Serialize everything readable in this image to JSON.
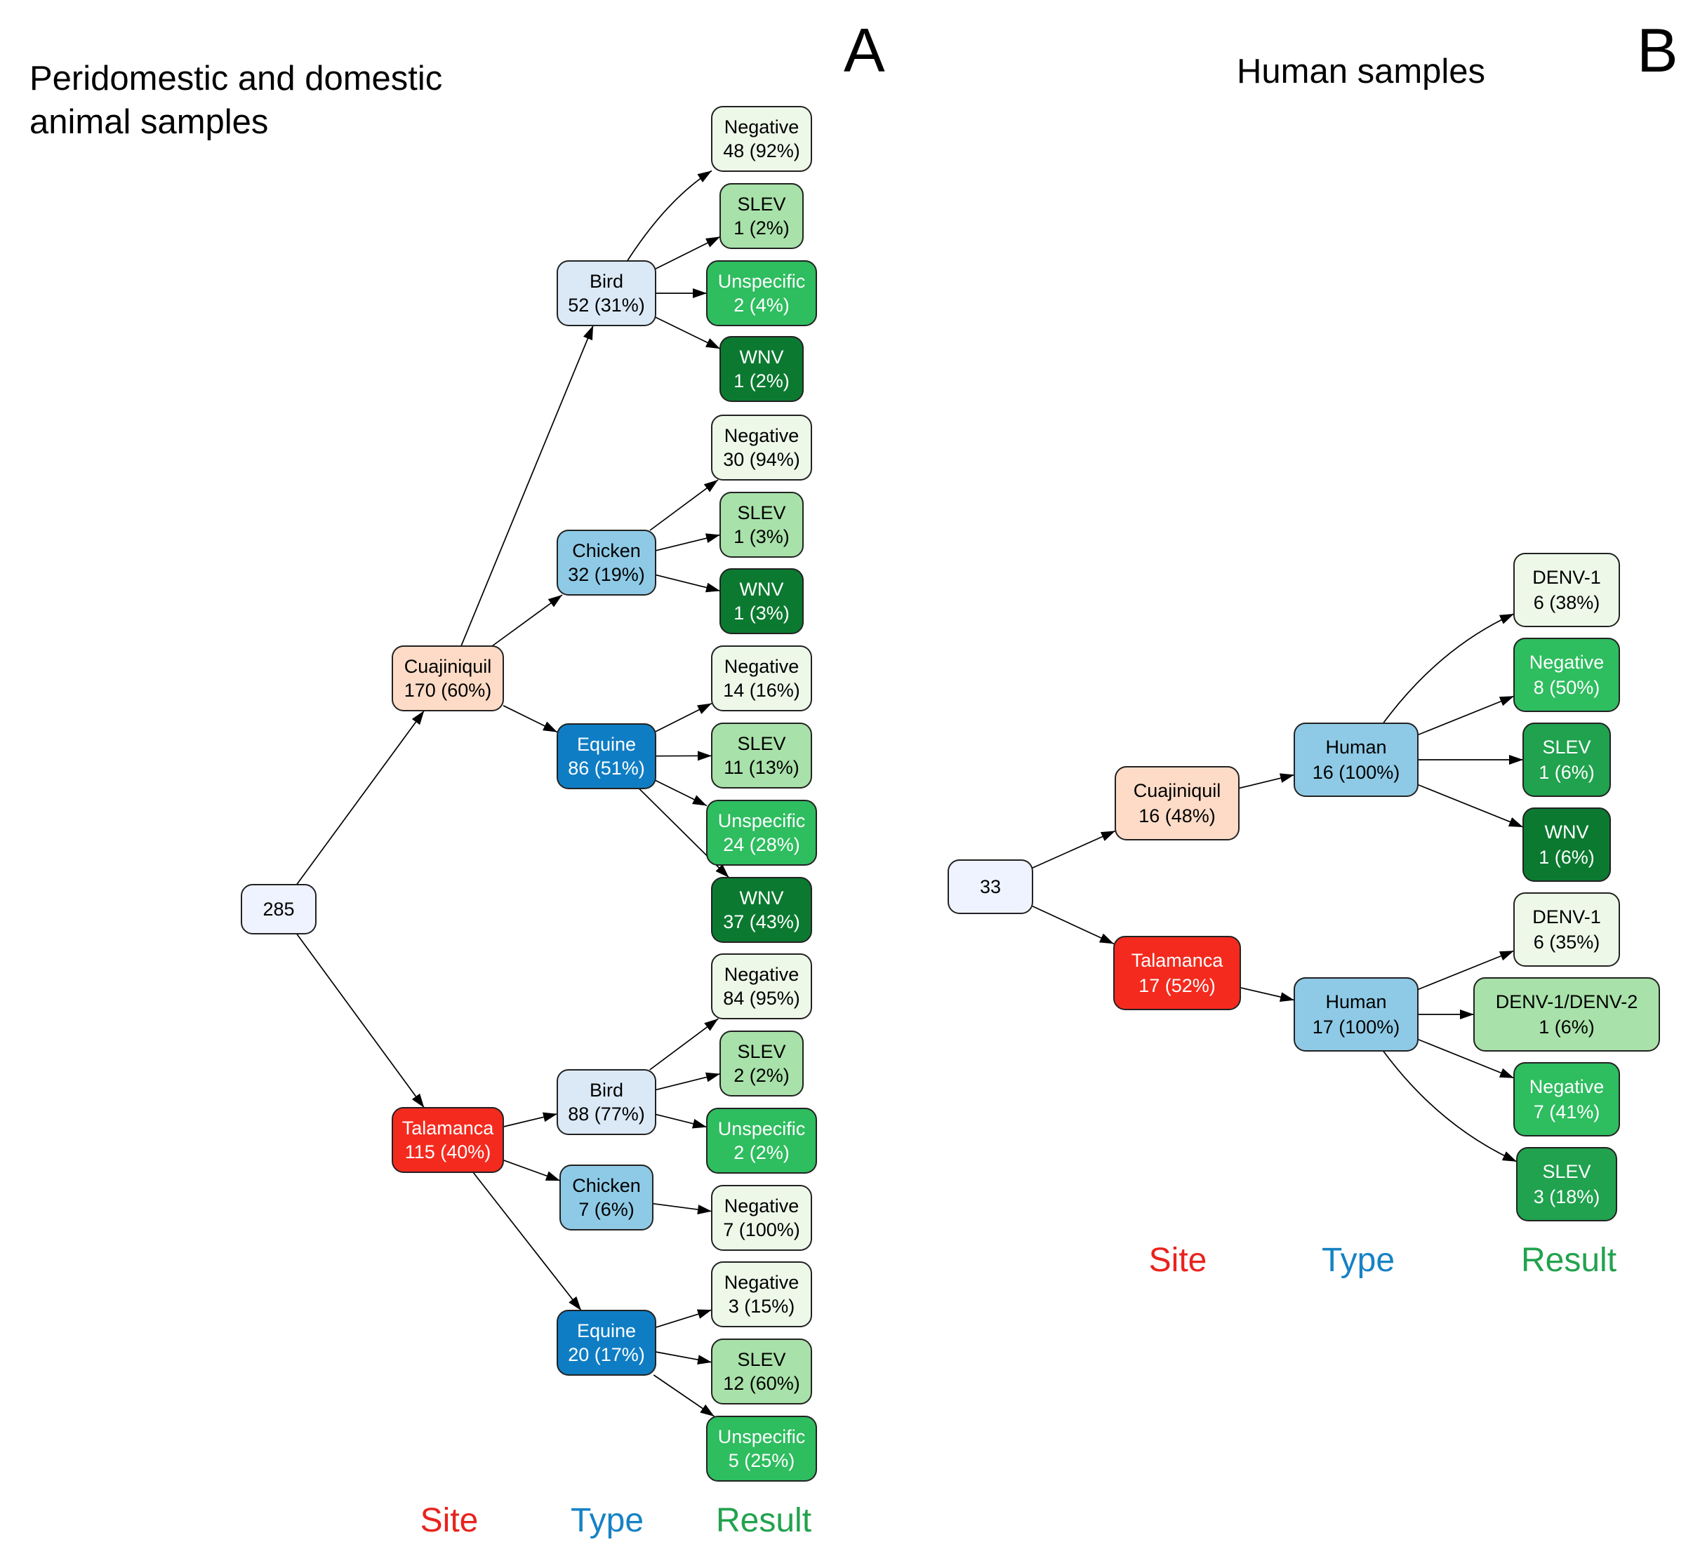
{
  "colors": {
    "root": "#eff3ff",
    "site_cuajiniquil": "#fddbc7",
    "site_talamanca": "#f42a1e",
    "type_light": "#dbe9f6",
    "type_mid": "#8ecae6",
    "type_dark": "#0f7dc4",
    "result_pale": "#edf8e9",
    "result_light": "#a8e1a9",
    "result_mid": "#2ebd5f",
    "result_strong": "#20a24e",
    "result_dark": "#0b7a30",
    "legend_site": "#e8231e",
    "legend_type": "#1682c4",
    "legend_result": "#22a24e"
  },
  "panels": [
    {
      "id": "A",
      "letter": "A",
      "title_lines": [
        "Peridomestic and domestic",
        "animal  samples"
      ],
      "legend": [
        "Site",
        "Type",
        "Result"
      ],
      "nodes": [
        {
          "id": "a-root",
          "lines": [
            "285"
          ],
          "fill": "root",
          "text_color": "#000000"
        },
        {
          "id": "a-cuaj",
          "lines": [
            "Cuajiniquil",
            "170 (60%)"
          ],
          "fill": "site_cuajiniquil",
          "text_color": "#000000"
        },
        {
          "id": "a-tala",
          "lines": [
            "Talamanca",
            "115 (40%)"
          ],
          "fill": "site_talamanca",
          "text_color": "#ffffff"
        },
        {
          "id": "a-c-bird",
          "lines": [
            "Bird",
            "52 (31%)"
          ],
          "fill": "type_light",
          "text_color": "#000000"
        },
        {
          "id": "a-c-chicken",
          "lines": [
            "Chicken",
            "32 (19%)"
          ],
          "fill": "type_mid",
          "text_color": "#000000"
        },
        {
          "id": "a-c-equine",
          "lines": [
            "Equine",
            "86 (51%)"
          ],
          "fill": "type_dark",
          "text_color": "#ffffff"
        },
        {
          "id": "a-t-bird",
          "lines": [
            "Bird",
            "88 (77%)"
          ],
          "fill": "type_light",
          "text_color": "#000000"
        },
        {
          "id": "a-t-chicken",
          "lines": [
            "Chicken",
            "7 (6%)"
          ],
          "fill": "type_mid",
          "text_color": "#000000"
        },
        {
          "id": "a-t-equine",
          "lines": [
            "Equine",
            "20 (17%)"
          ],
          "fill": "type_dark",
          "text_color": "#ffffff"
        },
        {
          "id": "a-cb-neg",
          "lines": [
            "Negative",
            "48 (92%)"
          ],
          "fill": "result_pale",
          "text_color": "#000000"
        },
        {
          "id": "a-cb-slev",
          "lines": [
            "SLEV",
            "1 (2%)"
          ],
          "fill": "result_light",
          "text_color": "#000000"
        },
        {
          "id": "a-cb-unsp",
          "lines": [
            "Unspecific",
            "2 (4%)"
          ],
          "fill": "result_mid",
          "text_color": "#ffffff"
        },
        {
          "id": "a-cb-wnv",
          "lines": [
            "WNV",
            "1 (2%)"
          ],
          "fill": "result_dark",
          "text_color": "#ffffff"
        },
        {
          "id": "a-cc-neg",
          "lines": [
            "Negative",
            "30 (94%)"
          ],
          "fill": "result_pale",
          "text_color": "#000000"
        },
        {
          "id": "a-cc-slev",
          "lines": [
            "SLEV",
            "1 (3%)"
          ],
          "fill": "result_light",
          "text_color": "#000000"
        },
        {
          "id": "a-cc-wnv",
          "lines": [
            "WNV",
            "1 (3%)"
          ],
          "fill": "result_dark",
          "text_color": "#ffffff"
        },
        {
          "id": "a-ce-neg",
          "lines": [
            "Negative",
            "14 (16%)"
          ],
          "fill": "result_pale",
          "text_color": "#000000"
        },
        {
          "id": "a-ce-slev",
          "lines": [
            "SLEV",
            "11 (13%)"
          ],
          "fill": "result_light",
          "text_color": "#000000"
        },
        {
          "id": "a-ce-unsp",
          "lines": [
            "Unspecific",
            "24 (28%)"
          ],
          "fill": "result_mid",
          "text_color": "#ffffff"
        },
        {
          "id": "a-ce-wnv",
          "lines": [
            "WNV",
            "37 (43%)"
          ],
          "fill": "result_dark",
          "text_color": "#ffffff"
        },
        {
          "id": "a-tb-neg",
          "lines": [
            "Negative",
            "84 (95%)"
          ],
          "fill": "result_pale",
          "text_color": "#000000"
        },
        {
          "id": "a-tb-slev",
          "lines": [
            "SLEV",
            "2 (2%)"
          ],
          "fill": "result_light",
          "text_color": "#000000"
        },
        {
          "id": "a-tb-unsp",
          "lines": [
            "Unspecific",
            "2 (2%)"
          ],
          "fill": "result_mid",
          "text_color": "#ffffff"
        },
        {
          "id": "a-tc-neg",
          "lines": [
            "Negative",
            "7 (100%)"
          ],
          "fill": "result_pale",
          "text_color": "#000000"
        },
        {
          "id": "a-te-neg",
          "lines": [
            "Negative",
            "3 (15%)"
          ],
          "fill": "result_pale",
          "text_color": "#000000"
        },
        {
          "id": "a-te-slev",
          "lines": [
            "SLEV",
            "12 (60%)"
          ],
          "fill": "result_light",
          "text_color": "#000000"
        },
        {
          "id": "a-te-unsp",
          "lines": [
            "Unspecific",
            "5 (25%)"
          ],
          "fill": "result_mid",
          "text_color": "#ffffff"
        }
      ],
      "edges": [
        [
          "a-root",
          "a-cuaj"
        ],
        [
          "a-root",
          "a-tala"
        ],
        [
          "a-cuaj",
          "a-c-bird"
        ],
        [
          "a-cuaj",
          "a-c-chicken"
        ],
        [
          "a-cuaj",
          "a-c-equine"
        ],
        [
          "a-tala",
          "a-t-bird"
        ],
        [
          "a-tala",
          "a-t-chicken"
        ],
        [
          "a-tala",
          "a-t-equine"
        ],
        [
          "a-c-bird",
          "a-cb-neg"
        ],
        [
          "a-c-bird",
          "a-cb-slev"
        ],
        [
          "a-c-bird",
          "a-cb-unsp"
        ],
        [
          "a-c-bird",
          "a-cb-wnv"
        ],
        [
          "a-c-chicken",
          "a-cc-neg"
        ],
        [
          "a-c-chicken",
          "a-cc-slev"
        ],
        [
          "a-c-chicken",
          "a-cc-wnv"
        ],
        [
          "a-c-equine",
          "a-ce-neg"
        ],
        [
          "a-c-equine",
          "a-ce-slev"
        ],
        [
          "a-c-equine",
          "a-ce-unsp"
        ],
        [
          "a-c-equine",
          "a-ce-wnv"
        ],
        [
          "a-t-bird",
          "a-tb-neg"
        ],
        [
          "a-t-bird",
          "a-tb-slev"
        ],
        [
          "a-t-bird",
          "a-tb-unsp"
        ],
        [
          "a-t-chicken",
          "a-tc-neg"
        ],
        [
          "a-t-equine",
          "a-te-neg"
        ],
        [
          "a-t-equine",
          "a-te-slev"
        ],
        [
          "a-t-equine",
          "a-te-unsp"
        ]
      ]
    },
    {
      "id": "B",
      "letter": "B",
      "title_lines": [
        "Human samples"
      ],
      "legend": [
        "Site",
        "Type",
        "Result"
      ],
      "nodes": [
        {
          "id": "b-root",
          "lines": [
            "33"
          ],
          "fill": "root",
          "text_color": "#000000"
        },
        {
          "id": "b-cuaj",
          "lines": [
            "Cuajiniquil",
            "16 (48%)"
          ],
          "fill": "site_cuajiniquil",
          "text_color": "#000000"
        },
        {
          "id": "b-tala",
          "lines": [
            "Talamanca",
            "17 (52%)"
          ],
          "fill": "site_talamanca",
          "text_color": "#ffffff"
        },
        {
          "id": "b-c-human",
          "lines": [
            "Human",
            "16 (100%)"
          ],
          "fill": "type_mid",
          "text_color": "#000000"
        },
        {
          "id": "b-t-human",
          "lines": [
            "Human",
            "17 (100%)"
          ],
          "fill": "type_mid",
          "text_color": "#000000"
        },
        {
          "id": "b-c-denv1",
          "lines": [
            "DENV-1",
            "6 (38%)"
          ],
          "fill": "result_pale",
          "text_color": "#000000"
        },
        {
          "id": "b-c-neg",
          "lines": [
            "Negative",
            "8 (50%)"
          ],
          "fill": "result_mid",
          "text_color": "#ffffff"
        },
        {
          "id": "b-c-slev",
          "lines": [
            "SLEV",
            "1 (6%)"
          ],
          "fill": "result_strong",
          "text_color": "#ffffff"
        },
        {
          "id": "b-c-wnv",
          "lines": [
            "WNV",
            "1 (6%)"
          ],
          "fill": "result_dark",
          "text_color": "#ffffff"
        },
        {
          "id": "b-t-denv1",
          "lines": [
            "DENV-1",
            "6 (35%)"
          ],
          "fill": "result_pale",
          "text_color": "#000000"
        },
        {
          "id": "b-t-denv12",
          "lines": [
            "DENV-1/DENV-2",
            "1 (6%)"
          ],
          "fill": "result_light",
          "text_color": "#000000"
        },
        {
          "id": "b-t-neg",
          "lines": [
            "Negative",
            "7 (41%)"
          ],
          "fill": "result_mid",
          "text_color": "#ffffff"
        },
        {
          "id": "b-t-slev",
          "lines": [
            "SLEV",
            "3 (18%)"
          ],
          "fill": "result_strong",
          "text_color": "#ffffff"
        }
      ],
      "edges": [
        [
          "b-root",
          "b-cuaj"
        ],
        [
          "b-root",
          "b-tala"
        ],
        [
          "b-cuaj",
          "b-c-human"
        ],
        [
          "b-tala",
          "b-t-human"
        ],
        [
          "b-c-human",
          "b-c-denv1"
        ],
        [
          "b-c-human",
          "b-c-neg"
        ],
        [
          "b-c-human",
          "b-c-slev"
        ],
        [
          "b-c-human",
          "b-c-wnv"
        ],
        [
          "b-t-human",
          "b-t-denv1"
        ],
        [
          "b-t-human",
          "b-t-denv12"
        ],
        [
          "b-t-human",
          "b-t-neg"
        ],
        [
          "b-t-human",
          "b-t-slev"
        ]
      ]
    }
  ]
}
